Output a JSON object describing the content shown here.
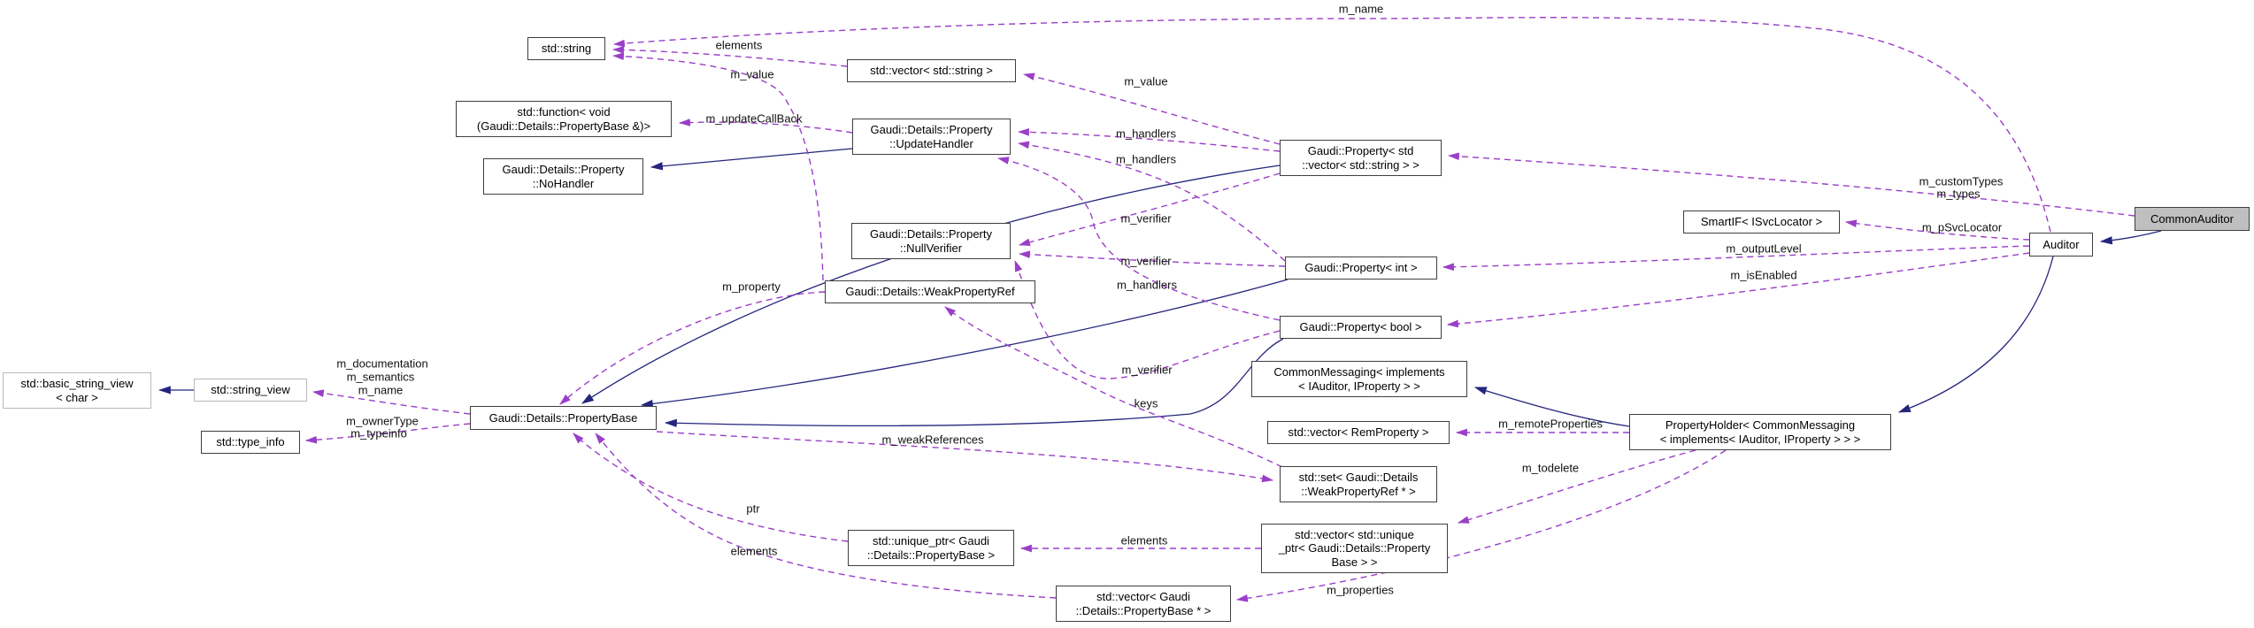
{
  "colors": {
    "usage_edge": "#9a3fc8",
    "inheritance_edge": "#25257d",
    "node_border": "#3f3f3f",
    "node_fill": "#ffffff",
    "focus_node_fill": "#bfbfbf",
    "external_node_border": "#b9b9b9"
  },
  "nodes": {
    "std_string": "std::string",
    "vector_string": "std::vector< std::string >",
    "std_function": "std::function< void\n(Gaudi::Details::PropertyBase &)>",
    "update_handler": "Gaudi::Details::Property\n::UpdateHandler",
    "no_handler": "Gaudi::Details::Property\n::NoHandler",
    "null_verifier": "Gaudi::Details::Property\n::NullVerifier",
    "weak_property_ref": "Gaudi::Details::WeakPropertyRef",
    "property_vec_string": "Gaudi::Property< std\n::vector< std::string > >",
    "property_int": "Gaudi::Property< int >",
    "property_bool": "Gaudi::Property< bool >",
    "property_base": "Gaudi::Details::PropertyBase",
    "basic_string_view": "std::basic_string_view\n< char >",
    "string_view": "std::string_view",
    "type_info": "std::type_info",
    "common_messaging": "CommonMessaging< implements\n< IAuditor, IProperty > >",
    "vector_rem_property": "std::vector< RemProperty >",
    "set_weak": "std::set< Gaudi::Details\n::WeakPropertyRef * >",
    "unique_ptr": "std::unique_ptr< Gaudi\n::Details::PropertyBase >",
    "vector_unique": "std::vector< std::unique\n_ptr< Gaudi::Details::Property\nBase > >",
    "vector_pb_ptr": "std::vector< Gaudi\n::Details::PropertyBase * >",
    "property_holder": "PropertyHolder< CommonMessaging\n< implements< IAuditor, IProperty > > >",
    "smart_if": "SmartIF< ISvcLocator >",
    "auditor": "Auditor",
    "common_auditor": "CommonAuditor"
  },
  "edge_labels": {
    "m_name_top": "m_name",
    "elements_top": "elements",
    "m_value_left": "m_value",
    "m_updateCallBack": "m_updateCallBack",
    "m_value_mid": "m_value",
    "m_handlers_1": "m_handlers",
    "m_handlers_2": "m_handlers",
    "m_verifier_1": "m_verifier",
    "m_verifier_2": "m_verifier",
    "m_handlers_3": "m_handlers",
    "m_property": "m_property",
    "m_verifier_3": "m_verifier",
    "keys": "keys",
    "m_documentation": "m_documentation",
    "m_semantics": "m_semantics",
    "m_name_left": "m_name",
    "m_ownerType": "m_ownerType",
    "m_typeinfo": "m_typeinfo",
    "m_weakReferences": "m_weakReferences",
    "ptr": "ptr",
    "elements_bottom_left": "elements",
    "elements_bottom_mid": "elements",
    "m_properties": "m_properties",
    "m_todelete": "m_todelete",
    "m_remoteProperties": "m_remoteProperties",
    "m_customTypes": "m_customTypes",
    "m_types": "m_types",
    "m_pSvcLocator": "m_pSvcLocator",
    "m_outputLevel": "m_outputLevel",
    "m_isEnabled": "m_isEnabled"
  }
}
